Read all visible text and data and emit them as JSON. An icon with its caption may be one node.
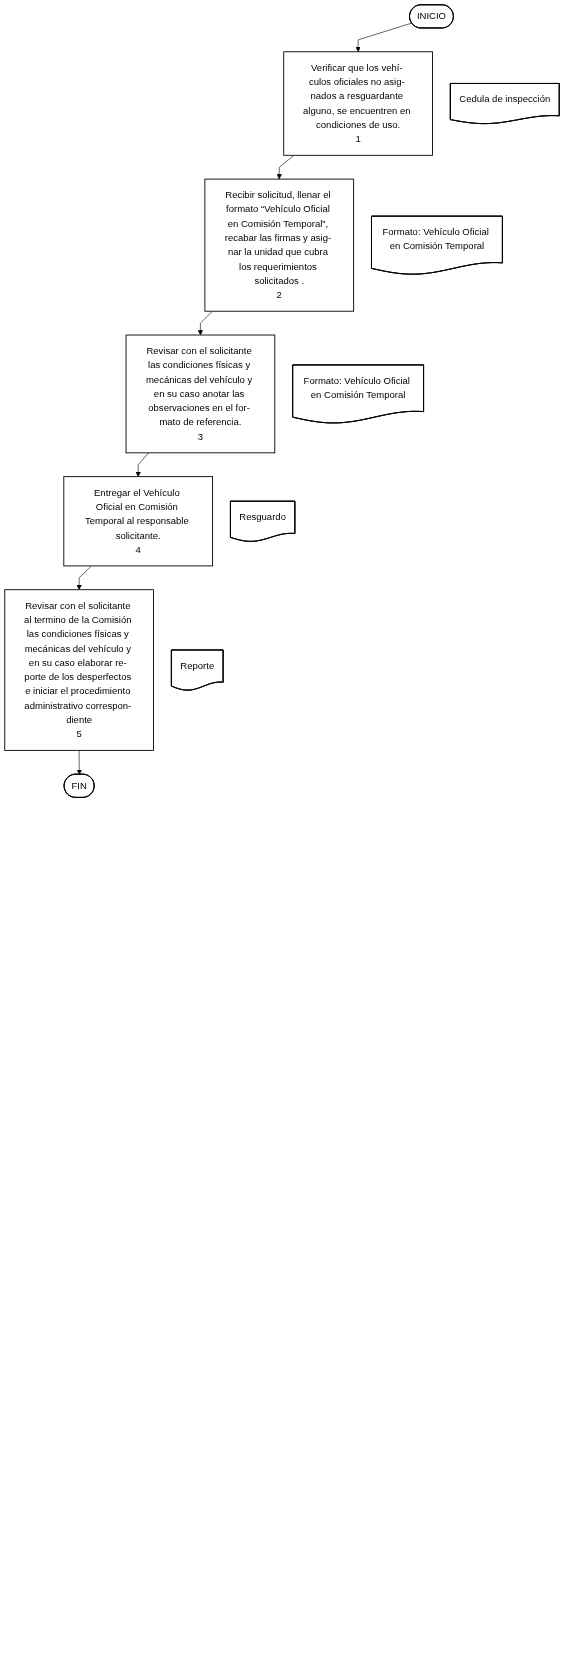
{
  "diagram": {
    "nodes": [
      {
        "text": [
          "INICIO"
        ]
      },
      {
        "text": [
          "Verificar que los vehí- culos oficiales no asig- nados a resguardante alguno, se encuentren en condiciones de uso.",
          "1"
        ]
      },
      {
        "text": [
          "Cedula de inspección"
        ]
      },
      {
        "text": [
          "Recibir solicitud, llenar el formato “Vehículo Oficial en Comisión Temporal”, recabar las firmas y asig- nar la unidad que cubra los requerimientos solicitados .",
          "2"
        ]
      },
      {
        "text": [
          "Formato: Vehículo Oficial en Comisión Temporal"
        ]
      },
      {
        "text": [
          "Revisar con el solicitante las condiciones físicas y mecánicas del vehículo y en su caso anotar las observaciones en el for- mato de referencia.",
          "3"
        ]
      },
      {
        "text": [
          "Formato: Vehículo Oficial en Comisión Temporal"
        ]
      },
      {
        "text": [
          "Entregar el Vehículo Oficial en Comisión Temporal al responsable solicitante.",
          "4"
        ]
      },
      {
        "text": [
          "Resguardo"
        ]
      },
      {
        "text": [
          "Revisar con el solicitante al termino de la Comisión las condiciones físicas y mecánicas del vehículo y en su caso elaborar re- porte de los desperfectos e iniciar el procedimiento administrativo correspon- diente",
          "5"
        ]
      },
      {
        "text": [
          "Reporte"
        ]
      },
      {
        "text": [
          "FIN"
        ]
      }
    ],
    "edges": [
      {
        "from": 0,
        "to": 1,
        "arrow": "to"
      },
      {
        "from": 1,
        "to": 3,
        "arrow": "to"
      },
      {
        "from": 3,
        "to": 5,
        "arrow": "to"
      },
      {
        "from": 5,
        "to": 7,
        "arrow": "to"
      },
      {
        "from": 7,
        "to": 9,
        "arrow": "to"
      },
      {
        "from": 9,
        "to": 11,
        "arrow": "to"
      }
    ]
  }
}
